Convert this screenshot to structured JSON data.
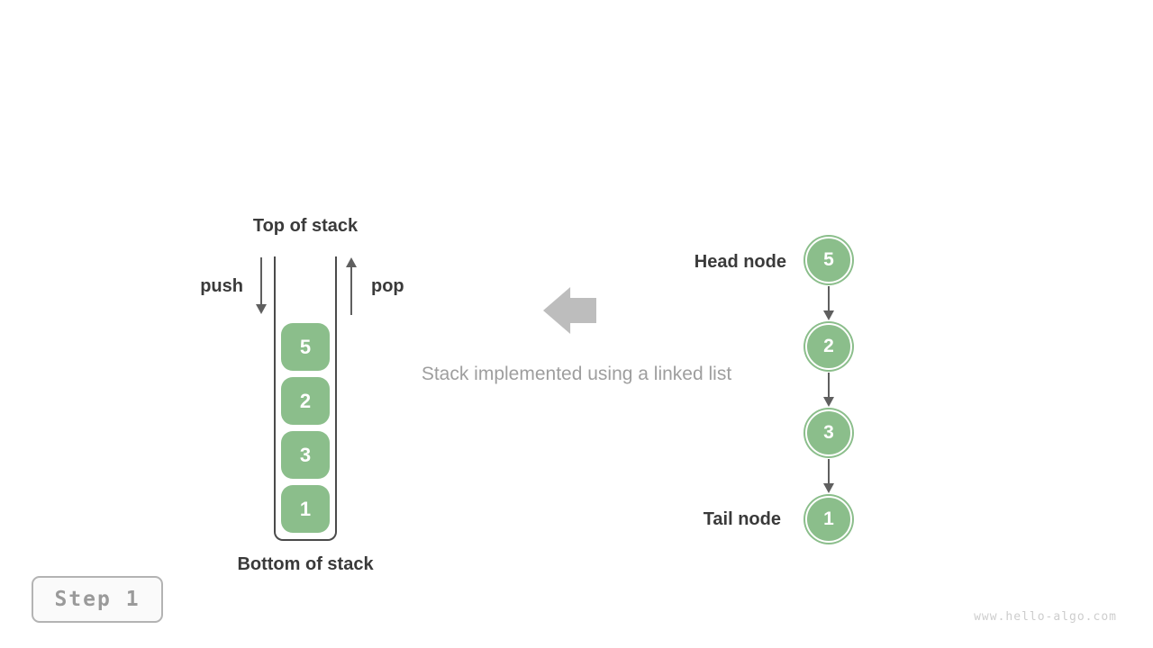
{
  "colors": {
    "node_green": "#8bbe8b",
    "wall_gray": "#4a4a4a",
    "arrow_gray": "#5f5f5f",
    "block_arrow_gray": "#bdbdbd",
    "caption_gray": "#9e9e9e",
    "label_dark": "#3a3a3a",
    "step_gray": "#9a9a9a",
    "watermark_gray": "#cdcdcd"
  },
  "stack": {
    "top_label": "Top of stack",
    "bottom_label": "Bottom of stack",
    "push_label": "push",
    "pop_label": "pop",
    "items": [
      "5",
      "2",
      "3",
      "1"
    ]
  },
  "caption": "Stack implemented using a linked list",
  "linked_list": {
    "head_label": "Head node",
    "tail_label": "Tail node",
    "nodes": [
      "5",
      "2",
      "3",
      "1"
    ]
  },
  "step_badge": "Step 1",
  "watermark": "www.hello-algo.com"
}
